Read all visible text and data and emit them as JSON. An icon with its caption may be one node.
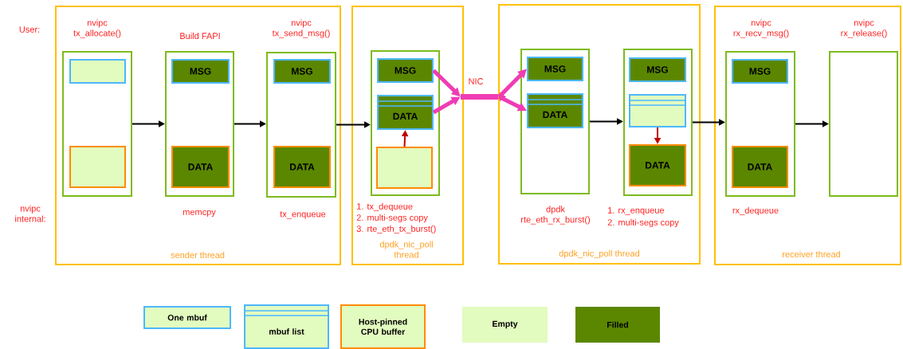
{
  "diagram": {
    "nodes": [
      {
        "text": [
          "sender thread"
        ]
      },
      {
        "text": [
          "nvipc tx_allocate()"
        ],
        "in": 0
      },
      {
        "text": [],
        "shape": "box",
        "in": 1
      },
      {
        "text": [],
        "shape": "box",
        "in": 1
      },
      {
        "text": [
          "Build FAPI",
          "memcpy"
        ],
        "in": 0
      },
      {
        "text": [
          "MSG"
        ],
        "in": 4
      },
      {
        "text": [
          "DATA"
        ],
        "in": 4
      },
      {
        "text": [
          "nvipc tx_send_msg()",
          "tx_enqueue"
        ],
        "in": 0
      },
      {
        "text": [
          "MSG"
        ],
        "in": 7
      },
      {
        "text": [
          "DATA"
        ],
        "in": 7
      },
      {
        "text": [
          "dpdk_nic_poll thread"
        ]
      },
      {
        "text": [
          "1. tx_dequeue",
          "2. multi-segs copy",
          "3. rte_eth_tx_burst()"
        ],
        "in": 10
      },
      {
        "text": [
          "MSG"
        ],
        "in": 11
      },
      {
        "text": [
          "DATA"
        ],
        "in": 11
      },
      {
        "text": [],
        "shape": "box",
        "in": 11
      },
      {
        "text": [
          "NIC"
        ]
      },
      {
        "text": [
          "dpdk_nic_poll thread"
        ]
      },
      {
        "text": [
          "dpdk rte_eth_rx_burst()"
        ],
        "in": 16
      },
      {
        "text": [
          "MSG"
        ],
        "in": 17
      },
      {
        "text": [
          "DATA"
        ],
        "in": 17
      },
      {
        "text": [
          "1. rx_enqueue",
          "2. multi-segs copy"
        ],
        "in": 16
      },
      {
        "text": [
          "MSG"
        ],
        "in": 20
      },
      {
        "text": [],
        "shape": "box",
        "in": 20
      },
      {
        "text": [
          "DATA"
        ],
        "in": 20
      },
      {
        "text": [
          "receiver thread"
        ]
      },
      {
        "text": [
          "nvipc rx_recv_msg()",
          "rx_dequeue"
        ],
        "in": 24
      },
      {
        "text": [
          "MSG"
        ],
        "in": 25
      },
      {
        "text": [
          "DATA"
        ],
        "in": 25
      },
      {
        "text": [
          "nvipc rx_release()"
        ],
        "in": 24
      }
    ],
    "edges": [
      {
        "from": 1,
        "to": 4,
        "arrow": "to"
      },
      {
        "from": 4,
        "to": 7,
        "arrow": "to"
      },
      {
        "from": 7,
        "to": 11,
        "arrow": "to"
      },
      {
        "from": 14,
        "to": 13,
        "arrow": "to",
        "color": "#c00000"
      },
      {
        "from": 12,
        "to": 15,
        "arrow": "to",
        "style": "thick",
        "color": "#f03cb4"
      },
      {
        "from": 13,
        "to": 15,
        "arrow": "to",
        "style": "thick",
        "color": "#f03cb4"
      },
      {
        "from": 15,
        "to": 18,
        "arrow": "to",
        "style": "thick",
        "color": "#f03cb4"
      },
      {
        "from": 15,
        "to": 19,
        "arrow": "to",
        "style": "thick",
        "color": "#f03cb4"
      },
      {
        "from": 17,
        "to": 20,
        "arrow": "to"
      },
      {
        "from": 22,
        "to": 23,
        "arrow": "to",
        "color": "#c00000"
      },
      {
        "from": 20,
        "to": 25,
        "arrow": "to"
      },
      {
        "from": 25,
        "to": 28,
        "arrow": "to"
      }
    ],
    "labels": [
      "User:",
      "nvipc internal:"
    ],
    "legend": [
      {
        "text": "One mbuf"
      },
      {
        "text": "mbuf list"
      },
      {
        "text": "Host-pinned CPU buffer"
      },
      {
        "text": "Empty",
        "color": "#e2fbbf"
      },
      {
        "text": "Filled",
        "color": "#5b8700"
      }
    ]
  }
}
